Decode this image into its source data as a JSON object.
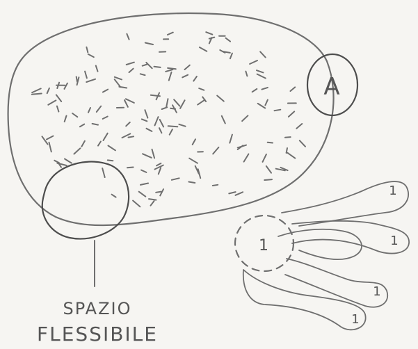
{
  "labels": {
    "node_a": "A",
    "flex_space_line1": "SPAZIO",
    "flex_space_line2": "FLESSIBILE",
    "small_nodes": [
      "1",
      "1",
      "1",
      "1",
      "1"
    ]
  },
  "colors": {
    "paper": "#f6f5f2",
    "pencil": "#6f6f6f",
    "pencil_dark": "#4d4d4d"
  }
}
